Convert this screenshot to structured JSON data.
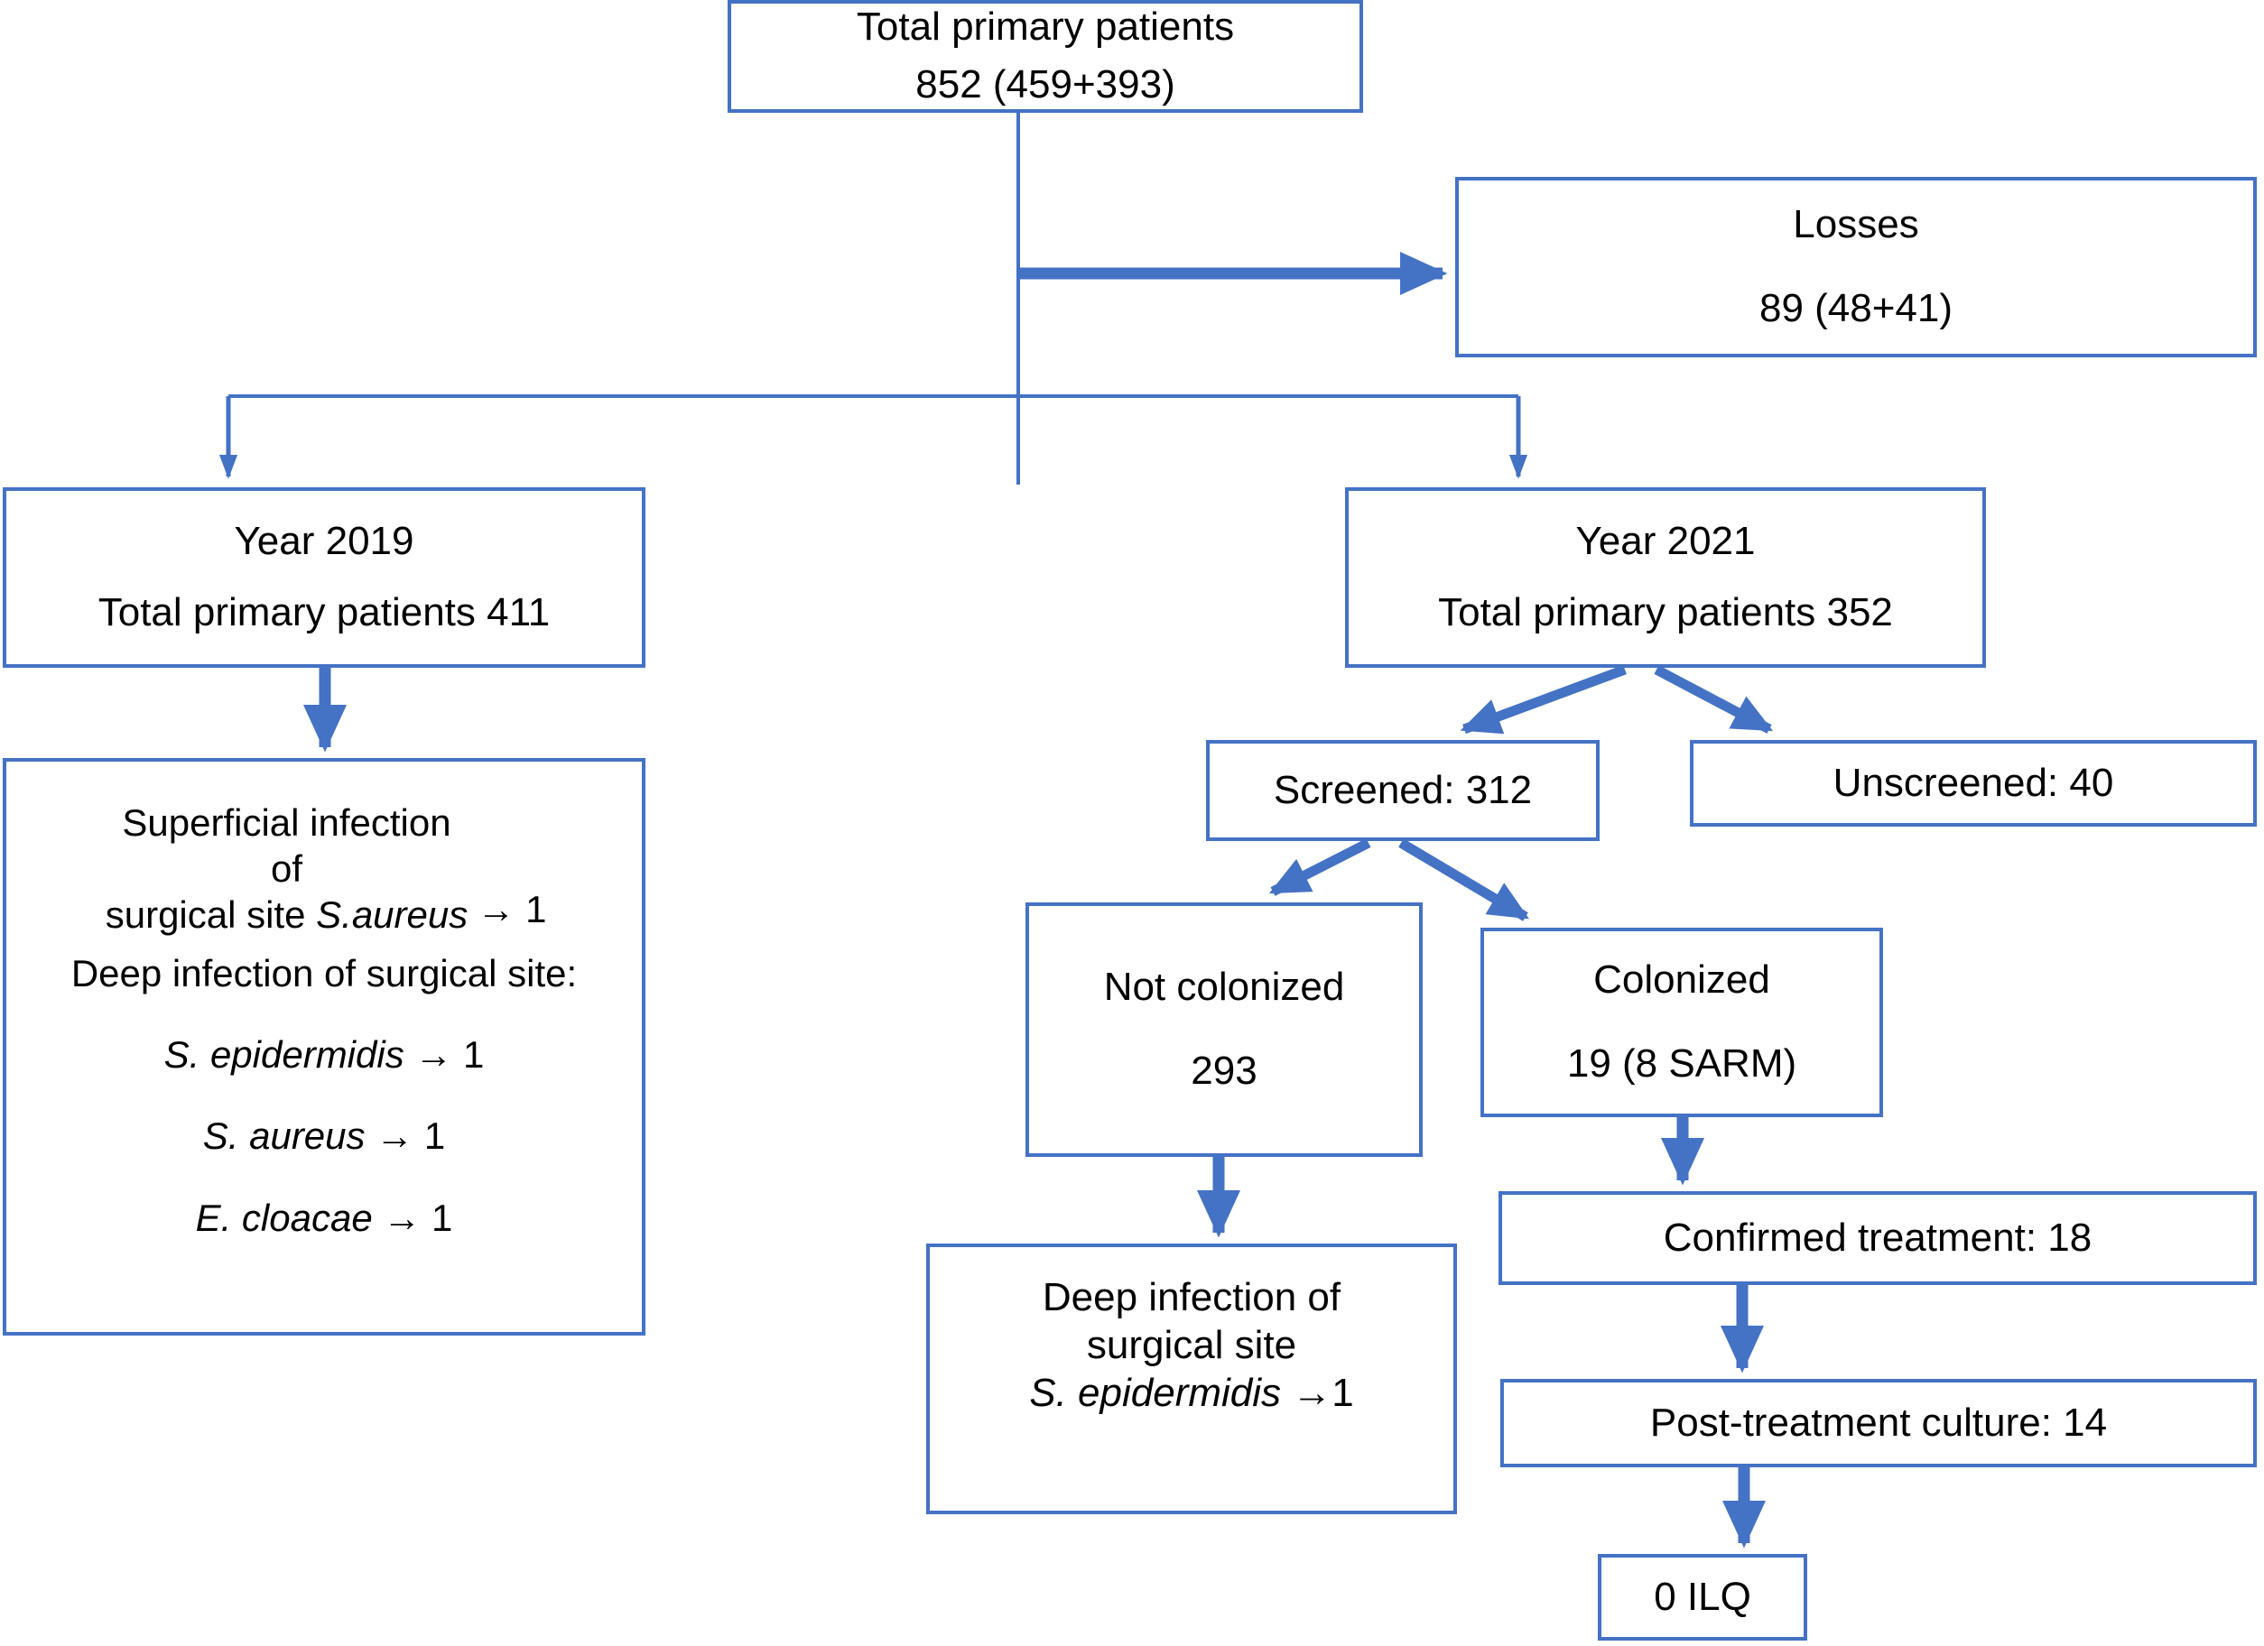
{
  "diagram": {
    "kind": "flowchart",
    "accent_color": "#4472C4",
    "text_color": "#000000",
    "background_color": "#FFFFFF",
    "nodes": {
      "total": {
        "line1": "Total primary patients",
        "line2": "852 (459+393)"
      },
      "losses": {
        "line1": "Losses",
        "line2": "89 (48+41)"
      },
      "year_2019": {
        "line1": "Year 2019",
        "line2": "Total primary patients 411"
      },
      "year_2019_detail": {
        "superficial_label": "Superficial infection of surgical site S.aureus",
        "superficial_label_plain": "Superficial infection of",
        "superficial_label_italic_prefix": "surgical site ",
        "superficial_label_italic": "S.aureus",
        "superficial_arrow": "→ 1",
        "deep_heading": "Deep infection of surgical site:",
        "organisms": [
          {
            "name": "S. epidermidis",
            "arrow": "→",
            "count": "1"
          },
          {
            "name": "S. aureus",
            "arrow": "→",
            "count": "1"
          },
          {
            "name": "E. cloacae",
            "arrow": "→",
            "count": "1"
          }
        ]
      },
      "year_2021": {
        "line1": "Year 2021",
        "line2": "Total primary patients 352"
      },
      "screened": {
        "label": "Screened: 312"
      },
      "unscreened": {
        "label": "Unscreened: 40"
      },
      "not_colonized": {
        "line1": "Not colonized",
        "line2": "293"
      },
      "colonized": {
        "line1": "Colonized",
        "line2": "19 (8 SARM)"
      },
      "deep_infection_2021": {
        "line1": "Deep infection of",
        "line2": "surgical site",
        "organism": "S. epidermidis",
        "arrow_count": "→1"
      },
      "confirmed_treatment": {
        "label": "Confirmed treatment: 18"
      },
      "post_treatment_culture": {
        "label": "Post-treatment culture: 14"
      },
      "ilq": {
        "label": "0 ILQ"
      }
    }
  }
}
